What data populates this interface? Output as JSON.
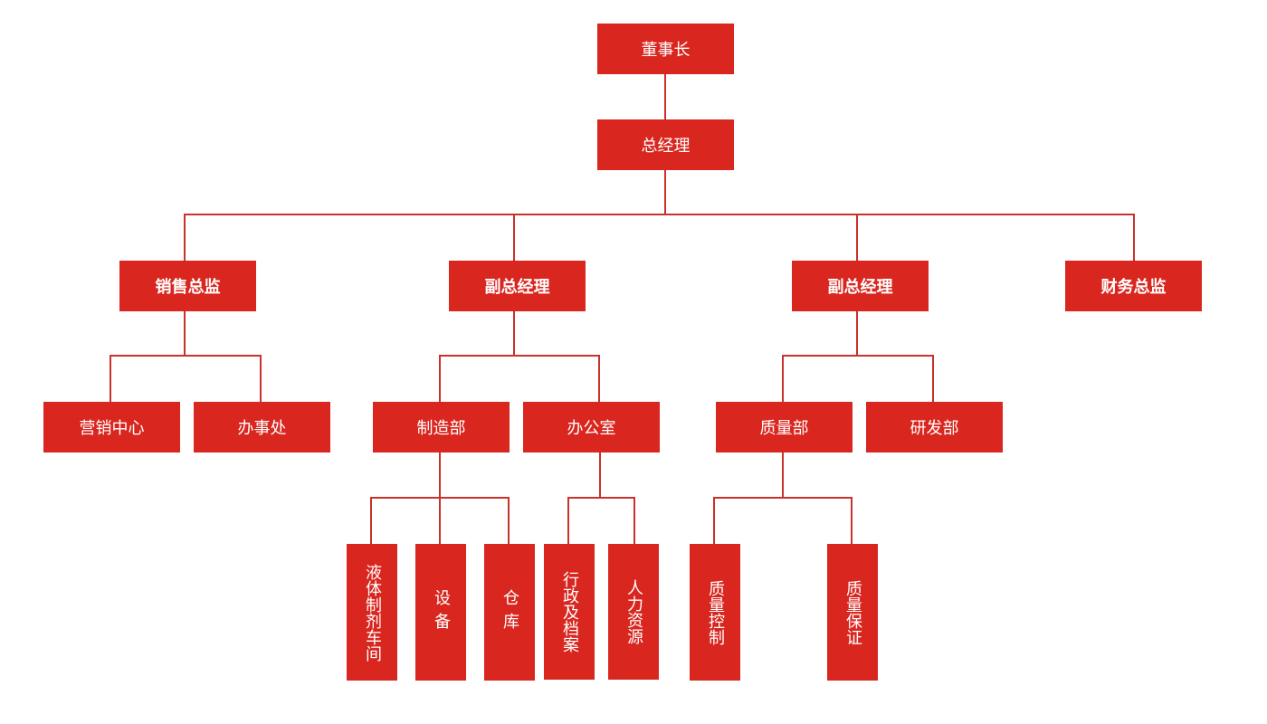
{
  "colors": {
    "box": "#d92720",
    "line": "#c9312b",
    "text": "#ffffff"
  },
  "nodes": {
    "chairman": "董事长",
    "gm": "总经理",
    "sales_director": "销售总监",
    "deputy_gm_1": "副总经理",
    "deputy_gm_2": "副总经理",
    "finance_director": "财务总监",
    "marketing_center": "营销中心",
    "office_branch": "办事处",
    "manufacturing": "制造部",
    "admin_office": "办公室",
    "quality": "质量部",
    "rnd": "研发部",
    "liquid_workshop": "液体制剂车间",
    "equipment": "设备",
    "warehouse": "仓库",
    "admin_archives": "行政及档案",
    "hr": "人力资源",
    "quality_control": "质量控制",
    "quality_assurance": "质量保证"
  }
}
